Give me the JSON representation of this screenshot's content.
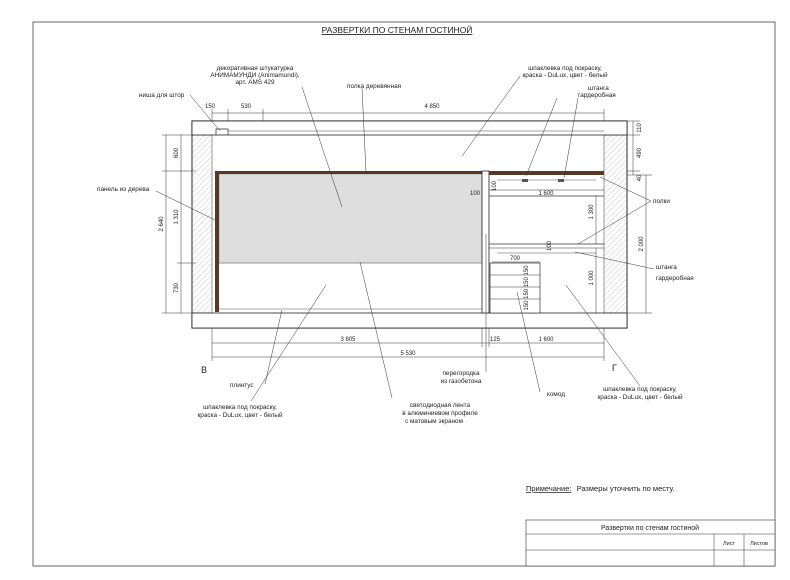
{
  "sheet_title": "РАЗВЕРТКИ ПО СТЕНАМ ГОСТИНОЙ",
  "annotations": {
    "plaster_1": "декоративная штукатурка",
    "plaster_2": "АНИМАМУНДИ (Animamundi),",
    "plaster_3": "арт. AMS 429",
    "curtain_niche": "ниша для штор",
    "wood_shelf": "полка деревянная",
    "putty_top_1": "шпаклевка под покраску,",
    "putty_top_2": "краска - DuLux, цвет - белый",
    "rod_top_1": "штанга",
    "rod_top_2": "гардеробная",
    "wood_panel": "панель из дерева",
    "shelves": "полки",
    "rod_bottom_1": "штанга",
    "rod_bottom_2": "гардеробная",
    "partition_1": "перегородка",
    "partition_2": "из газобетона",
    "baseboard": "плинтус",
    "putty_left_1": "шпаклевка под покраску,",
    "putty_left_2": "краска - DuLux, цвет - белый",
    "led_1": "светодиодная лента",
    "led_2": "в алюминиевом профиле",
    "led_3": "с матовым экраном",
    "dresser": "комод",
    "putty_right_1": "шпаклевка под покраску,",
    "putty_right_2": "краска - DuLux, цвет - белый"
  },
  "marks": {
    "left": "В",
    "right": "Г"
  },
  "dimensions": {
    "top_150": "150",
    "top_530": "530",
    "top_4850": "4 850",
    "r_110": "110",
    "r_490": "490",
    "r_40": "40",
    "r_2000": "2 000",
    "l_600": "600",
    "l_1310": "1 310",
    "l_730": "730",
    "l_2640": "2 640",
    "w_100a": "100",
    "w_100b": "100",
    "w_1600_top": "1 600",
    "w_1300": "1 300",
    "w_100c": "100",
    "w_700": "700",
    "w_1000": "1 000",
    "drawers": "150 150 150 150",
    "b_3805": "3 805",
    "b_125": "125",
    "b_1600": "1 600",
    "b_5530": "5 530"
  },
  "note": {
    "label": "Примечание:",
    "text": "Размеры уточнить по месту."
  },
  "stamp": {
    "title": "Развертки по стенам гостиной",
    "sheet": "Лист",
    "sheets": "Листов"
  }
}
